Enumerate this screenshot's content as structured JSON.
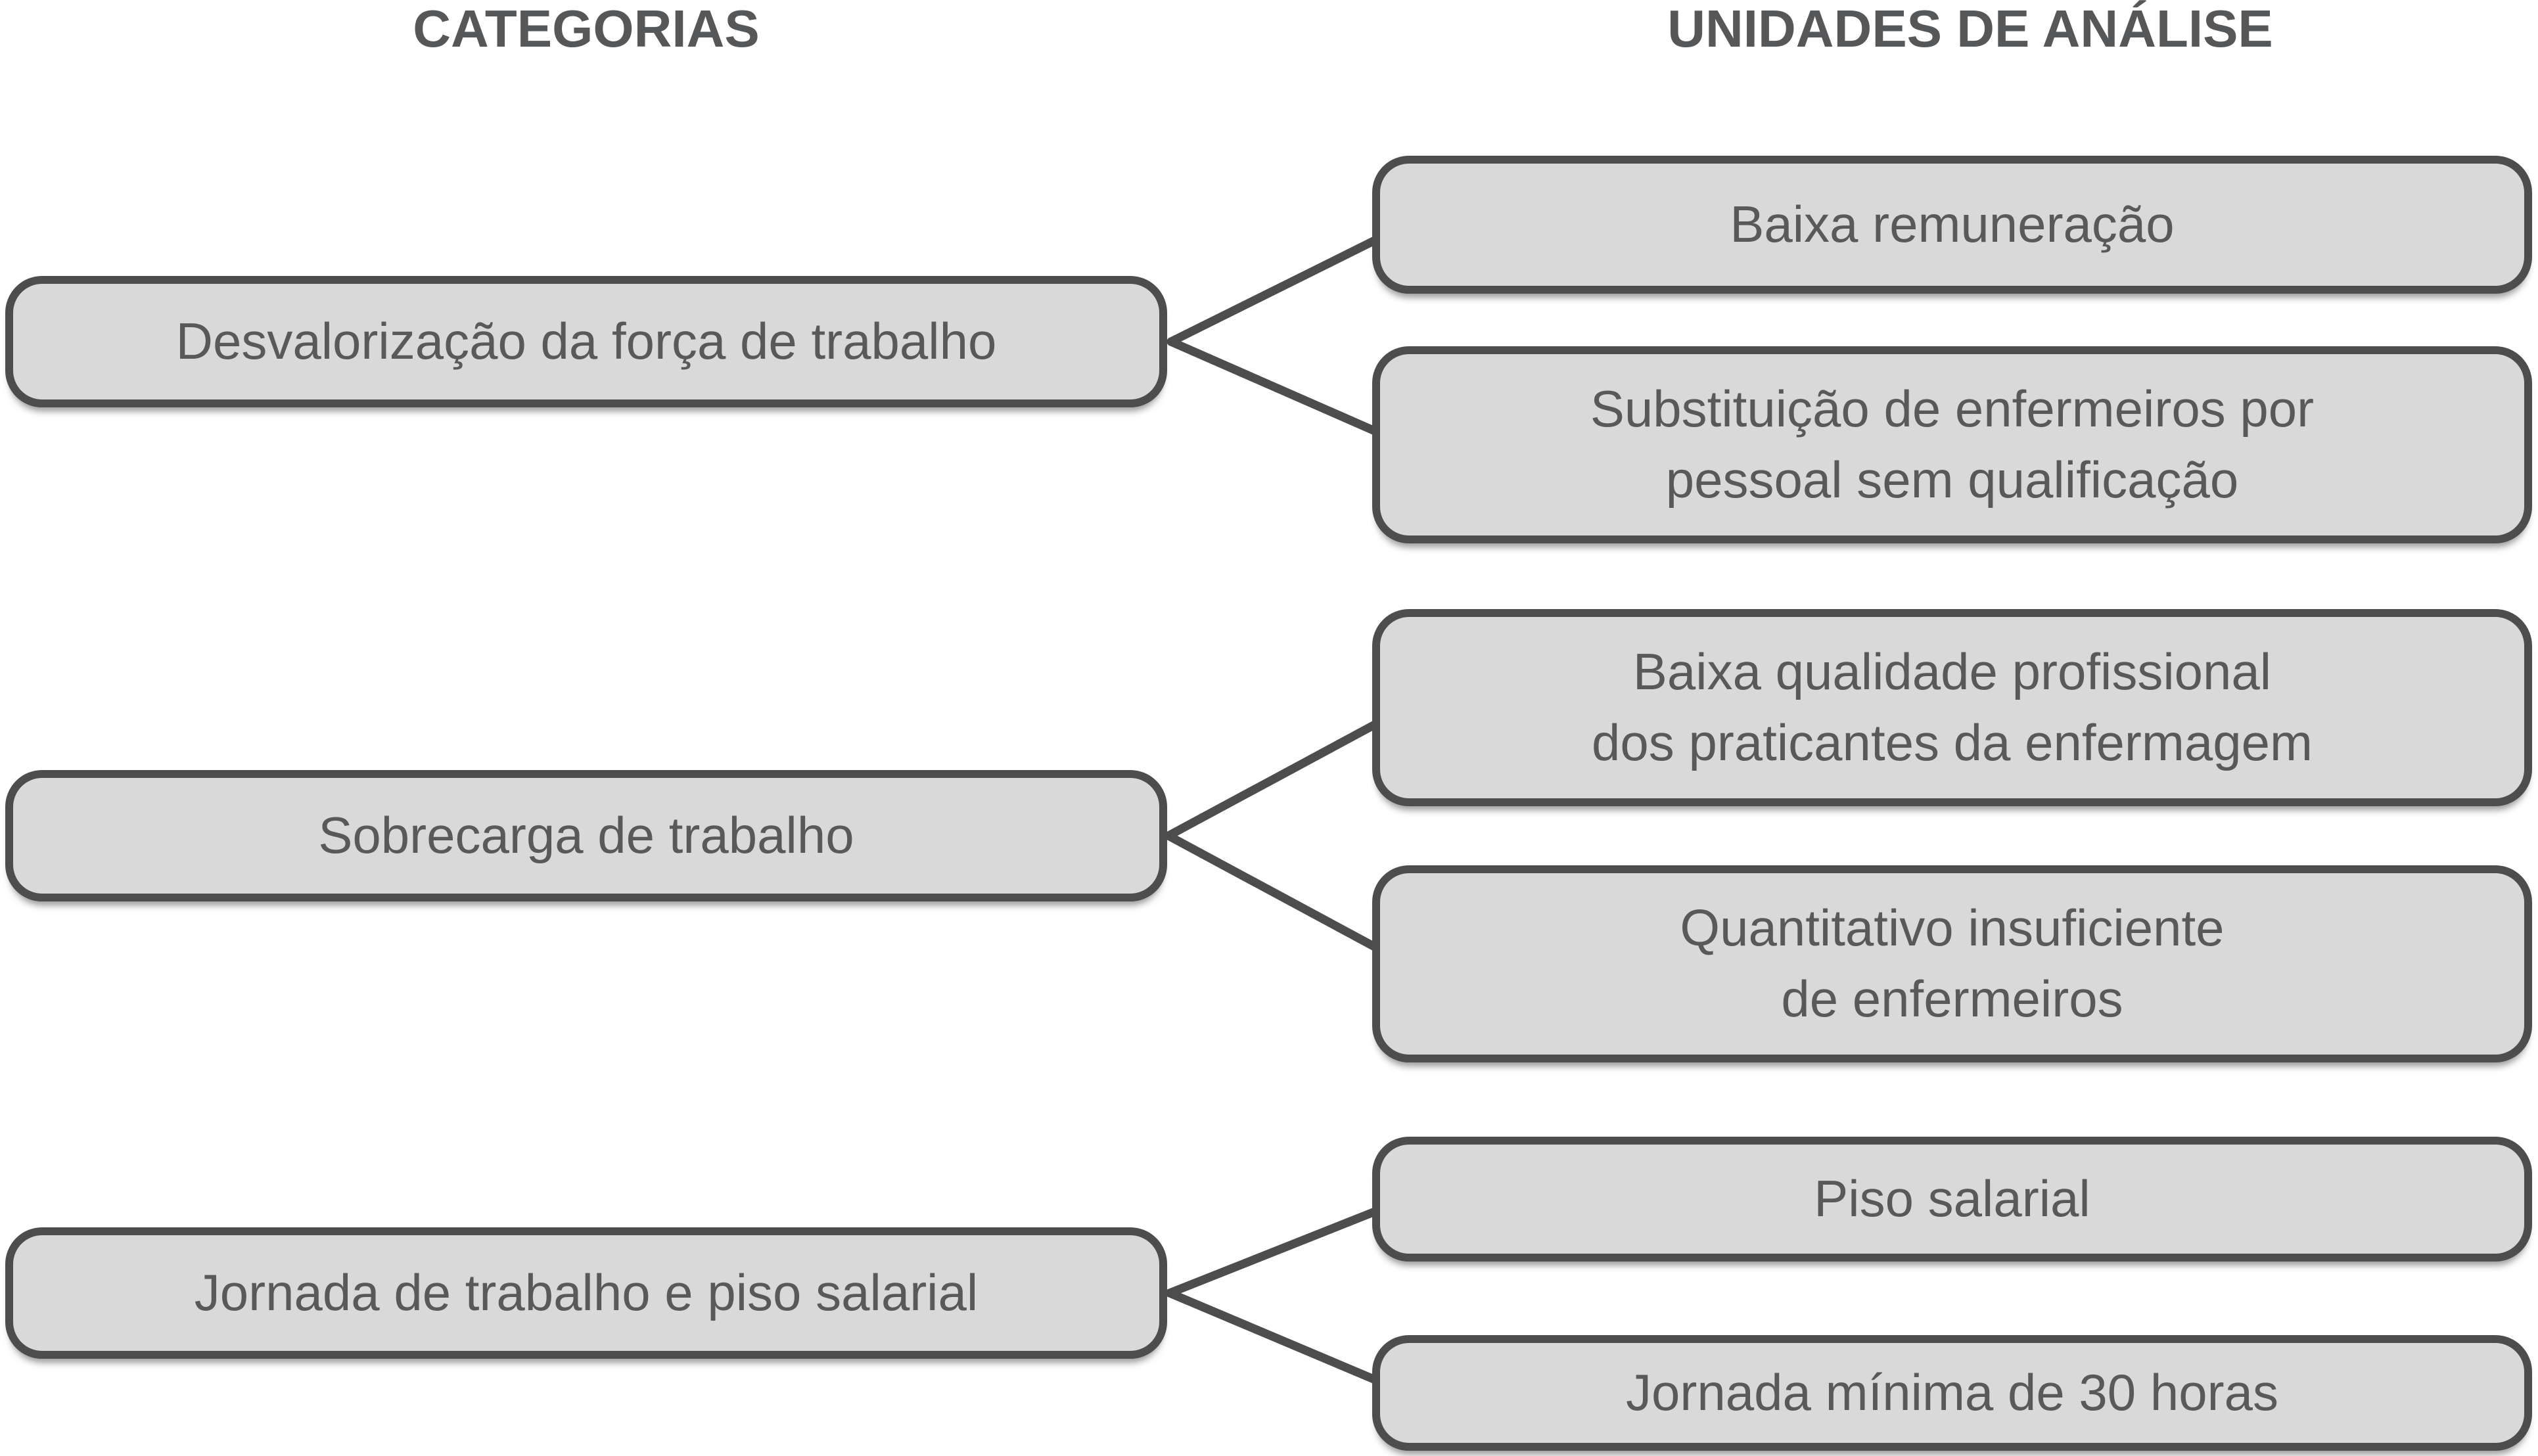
{
  "headers": {
    "left": "CATEGORIAS",
    "right": "UNIDADES DE ANÁLISE"
  },
  "groups": [
    {
      "category": "Desvalorização da força de trabalho",
      "units": [
        "Baixa remuneração",
        "Substituição de enfermeiros por\npessoal sem qualificação"
      ]
    },
    {
      "category": "Sobrecarga de trabalho",
      "units": [
        "Baixa qualidade profissional\ndos praticantes da enfermagem",
        "Quantitativo insuficiente\nde enfermeiros"
      ]
    },
    {
      "category": "Jornada de trabalho e piso salarial",
      "units": [
        "Piso salarial",
        "Jornada mínima de 30 horas"
      ]
    }
  ],
  "colors": {
    "background": "#ffffff",
    "box_fill": "#d9d9d9",
    "box_border": "#4d4d4d",
    "connector_line": "#4d4d4d",
    "text": "#58595b"
  }
}
